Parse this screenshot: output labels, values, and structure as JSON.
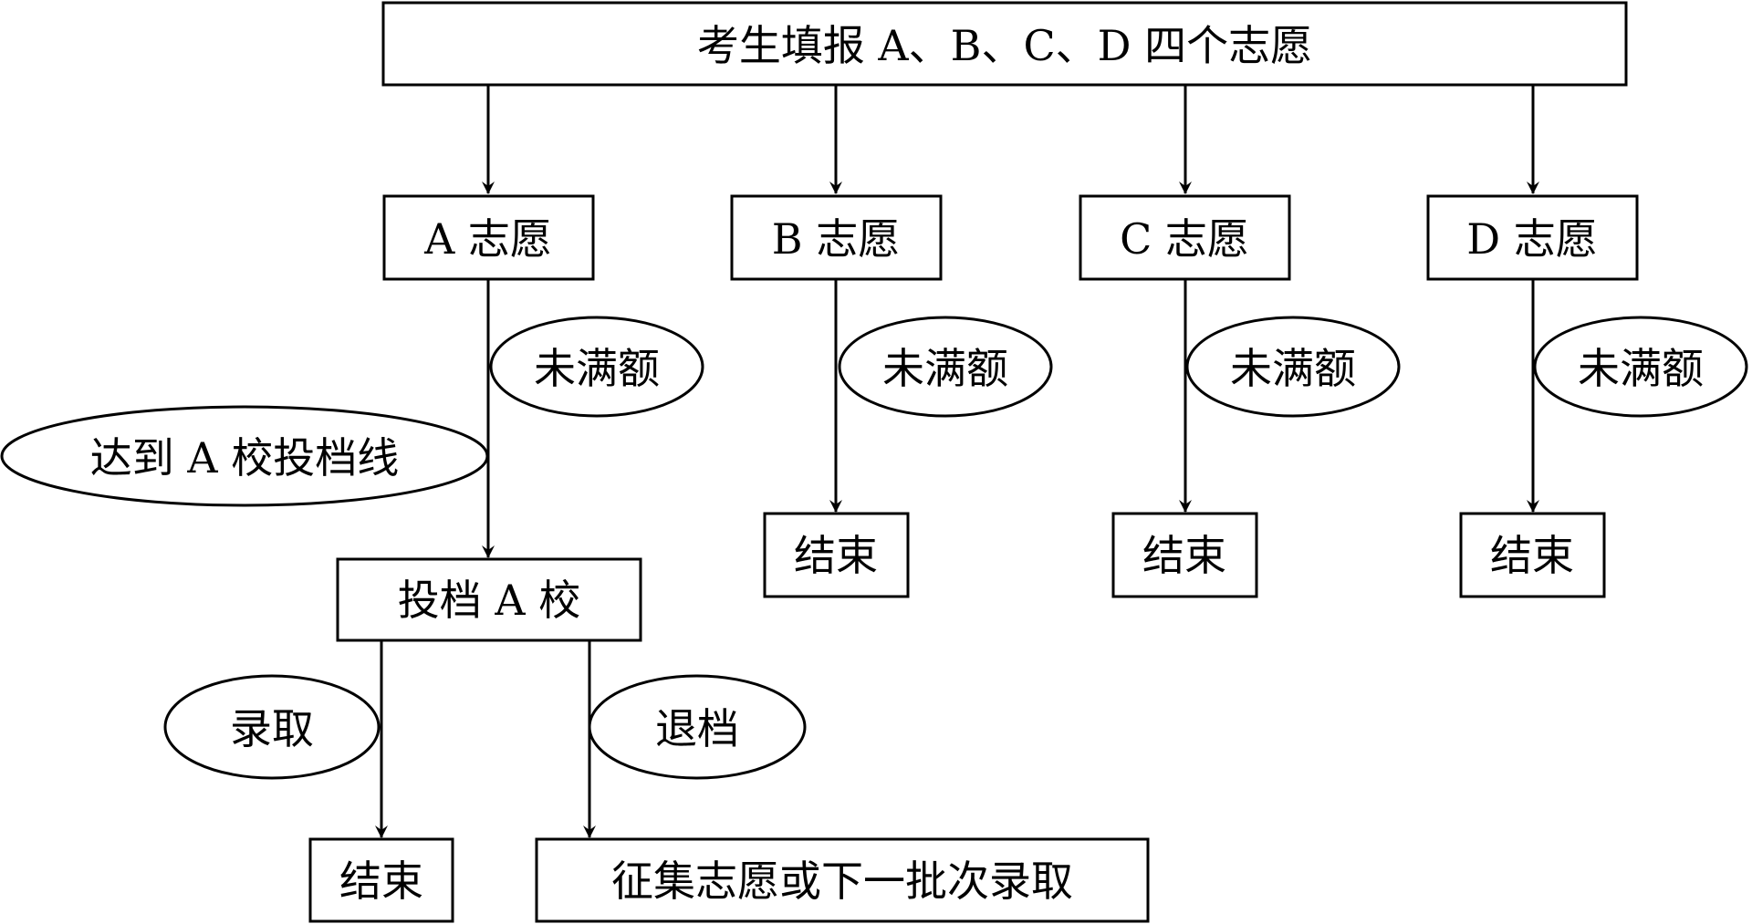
{
  "diagram": {
    "nodes": {
      "top": "考生填报 A、B、C、D 四个志愿",
      "choice_a": "A 志愿",
      "choice_b": "B 志愿",
      "choice_c": "C 志愿",
      "choice_d": "D 志愿",
      "file_a": "投档 A 校",
      "end_b": "结束",
      "end_c": "结束",
      "end_d": "结束",
      "end_admit": "结束",
      "next_batch": "征集志愿或下一批次录取"
    },
    "conditions": {
      "unfilled_a": "未满额",
      "unfilled_b": "未满额",
      "unfilled_c": "未满额",
      "unfilled_d": "未满额",
      "reach_line": "达到 A 校投档线",
      "admitted": "录取",
      "withdrawn": "退档"
    }
  }
}
